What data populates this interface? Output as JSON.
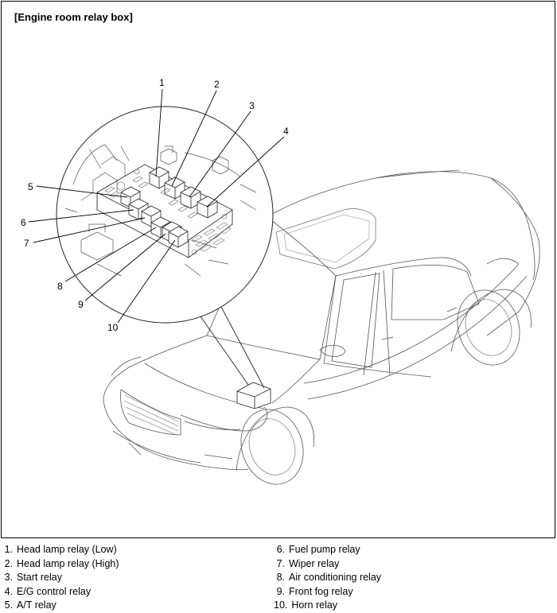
{
  "title": "[Engine room relay box]",
  "callouts": [
    "1",
    "2",
    "3",
    "4",
    "5",
    "6",
    "7",
    "8",
    "9",
    "10"
  ],
  "legend": [
    {
      "num": "1.",
      "label": "Head lamp relay (Low)"
    },
    {
      "num": "2.",
      "label": "Head lamp relay (High)"
    },
    {
      "num": "3.",
      "label": "Start relay"
    },
    {
      "num": "4.",
      "label": "E/G control relay"
    },
    {
      "num": "5.",
      "label": "A/T relay"
    },
    {
      "num": "6.",
      "label": "Fuel pump relay"
    },
    {
      "num": "7.",
      "label": "Wiper relay"
    },
    {
      "num": "8.",
      "label": "Air conditioning relay"
    },
    {
      "num": "9.",
      "label": "Front fog relay"
    },
    {
      "num": "10.",
      "label": "Horn relay"
    }
  ]
}
